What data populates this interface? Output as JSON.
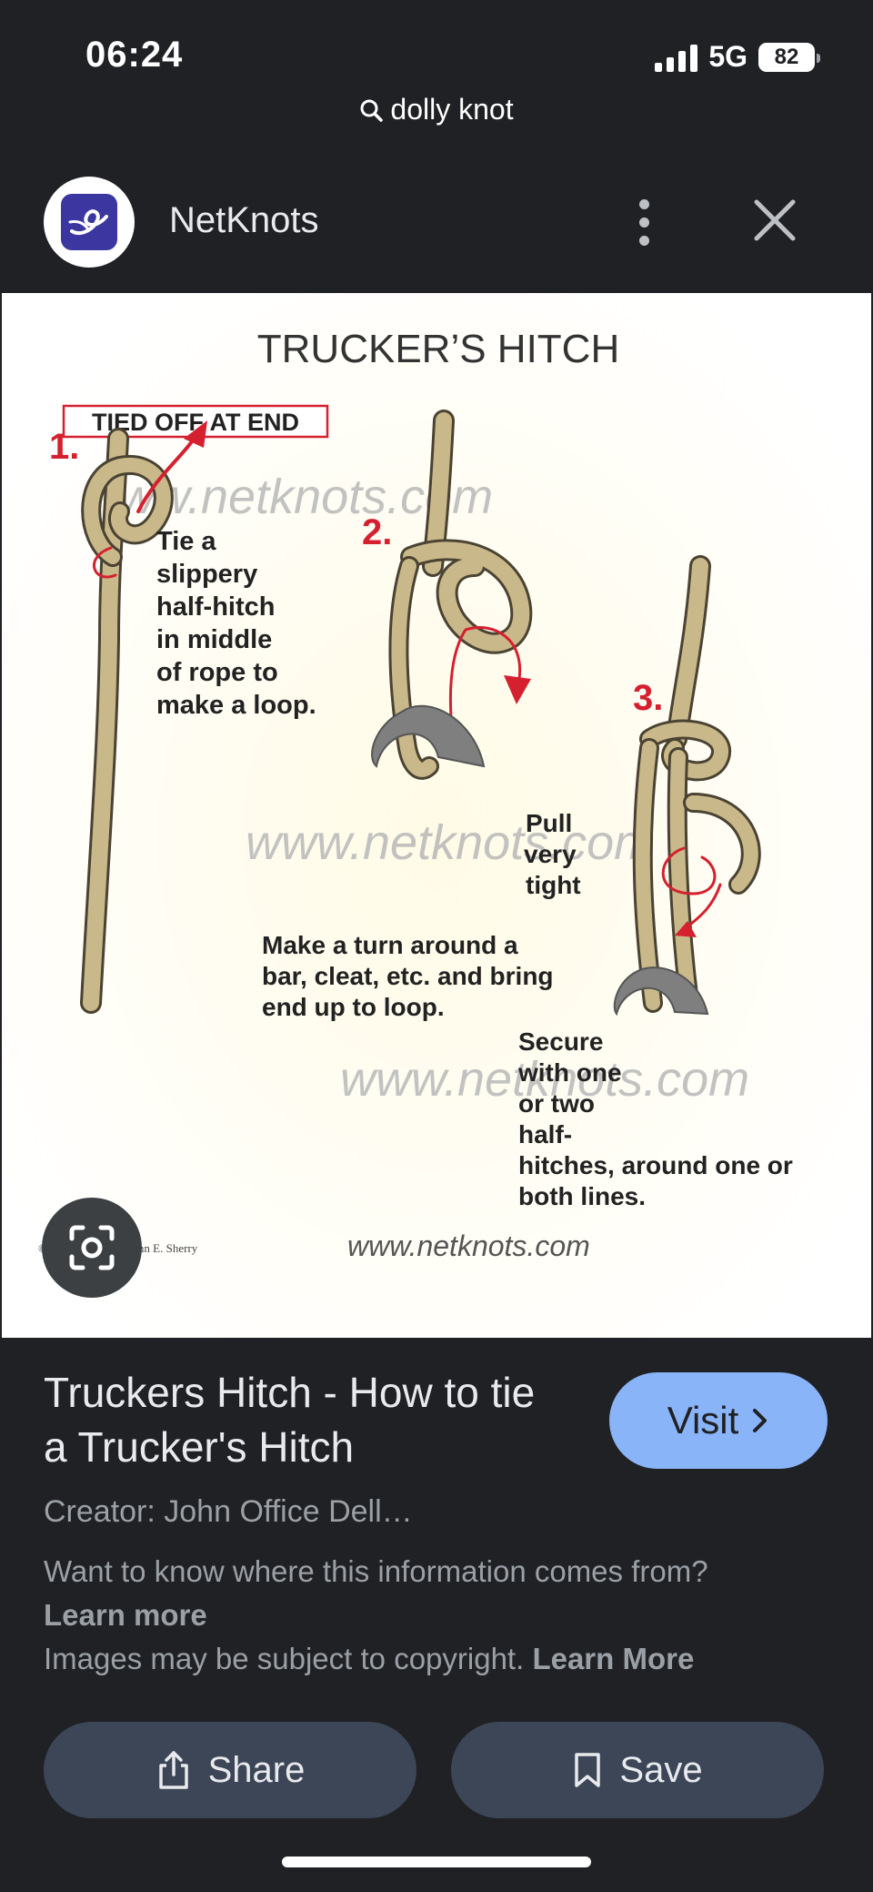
{
  "status_bar": {
    "time": "06:24",
    "network": "5G",
    "battery": "82"
  },
  "search": {
    "query": "dolly knot"
  },
  "header": {
    "site_name": "NetKnots"
  },
  "image": {
    "title": "TRUCKER’S HITCH",
    "tag": "TIED OFF AT END",
    "watermark": "www.netknots.com",
    "copyright": "© Copyright 2019 John E. Sherry",
    "steps": [
      {
        "number": "1.",
        "lines": [
          "Tie a",
          "slippery",
          "half-hitch",
          "in middle",
          "of rope to",
          "make a loop."
        ]
      },
      {
        "number": "2.",
        "lines": [
          "Make a turn around a",
          "bar, cleat, etc. and bring",
          "end up to loop."
        ]
      },
      {
        "number": "3.",
        "lines": [
          "Secure",
          "with one",
          "or two",
          "half-",
          "hitches, around one or",
          "both lines."
        ]
      }
    ],
    "pull_lines": [
      "Pull",
      "very",
      "tight"
    ]
  },
  "result": {
    "title": "Truckers Hitch - How to tie a Trucker's Hitch",
    "visit_label": "Visit",
    "creator": "Creator: John Office Dell…",
    "info_question": "Want to know where this information comes from?",
    "learn_more": "Learn more",
    "copyright_note": "Images may be subject to copyright.",
    "learn_more_2": "Learn More"
  },
  "actions": {
    "share_label": "Share",
    "save_label": "Save"
  },
  "colors": {
    "background": "#202124",
    "visit_button": "#8ab4f8",
    "action_button": "#3c4657",
    "rope": "#c9b98a",
    "step_red": "#d5202f"
  }
}
